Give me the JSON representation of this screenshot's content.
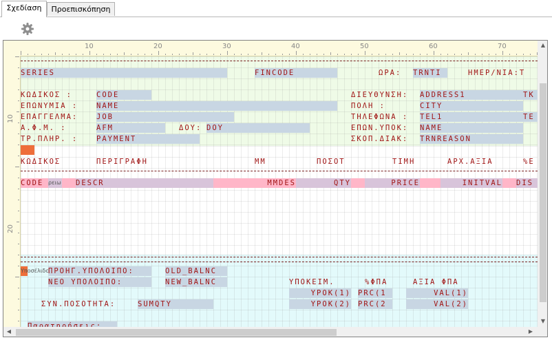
{
  "tabs": [
    {
      "label": "Σχεδίαση",
      "active": true
    },
    {
      "label": "Προεπισκόπηση",
      "active": false
    }
  ],
  "toolbar": {
    "settings_icon": "gear-icon"
  },
  "ruler": {
    "top_numbers": [
      "10",
      "20",
      "30",
      "40",
      "50",
      "60",
      "70"
    ],
    "left_numbers": [
      "10",
      "20"
    ]
  },
  "colors": {
    "header_band": "#effbe7",
    "detail_band": "#ffffff",
    "footer_band": "#e3fafb",
    "field_text": "#a01414",
    "field_blue": "#c8d6e3",
    "field_pink": "#ffb6c8",
    "field_purple": "#d8c4da",
    "marker_orange": "#ee6e3a"
  },
  "header": {
    "series": "SERIES",
    "fincode": "FINCODE",
    "ora_label": "ΩΡΑ:",
    "trnti": "TRNTI",
    "imer_label": "ΗΜΕΡ/ΝΙΑ:T",
    "kodikos_label": "ΚΩΔΙΚΟΣ  :",
    "code": "CODE",
    "eponymia_label": "ΕΠΩΝΥΜΙΑ :",
    "name": "NAME",
    "epaggelma_label": "ΕΠΑΓΓΕΛΜΑ:",
    "job": "JOB",
    "afm_label": "Α.Φ.Μ.   :",
    "afm": "AFM",
    "doy_label": "ΔΟΥ:",
    "doy": "DOY",
    "tr_plir_label": "ΤΡ.ΠΛΗΡ. :",
    "payment": "PAYMENT",
    "dieythinsi_label": "ΔΙΕΥΘΥΝΣΗ:",
    "address1": "ADDRESS1",
    "tk": "TK",
    "poli_label": "ΠΟΛΗ     :",
    "city": "CITY",
    "tilefona_label": "ΤΗΛΕΦΩΝΑ :",
    "tel1": "TEL1",
    "te": "TE",
    "epon_ypok_label": "ΕΠΩΝ.ΥΠΟΚ:",
    "ypok_name": "NAME",
    "skop_diak_label": "ΣΚΟΠ.ΔΙΑΚ:",
    "trnreason": "TRNREASON"
  },
  "columns": {
    "kodikos": "ΚΩΔΙΚΟΣ",
    "perigrafi": "ΠΕΡΙΓΡΑΦΗ",
    "mm": "ΜΜ",
    "posot": "ΠΟΣΟΤ",
    "timi": "ΤΙΜΗ",
    "arx_axia": "ΑΡΧ.ΑΞΙΑ",
    "percent_e": "%Ε"
  },
  "detail": {
    "code": "CODE",
    "code_badge": "ρειω",
    "descr": "DESCR",
    "mmdes": "MMDES",
    "qty": "QTY",
    "price": "PRICE",
    "inital": "INITVAL",
    "dis": "DIS"
  },
  "footer": {
    "marker_label": "Υποσέλιδο",
    "prog_ypoloipo_label": "ΠΡΟΗΓ.ΥΠΟΛΟΙΠΟ:",
    "old_balnc": "OLD_BALNC",
    "neo_ypoloipo_label": "ΝΕΟ  ΥΠΟΛΟΙΠΟ:",
    "new_balnc": "NEW_BALNC",
    "ypokeim_label": "ΥΠΟΚΕΙΜ.",
    "fpa_percent_label": "%ΦΠΑ",
    "axia_fpa_label": "ΑΞΙΑ ΦΠΑ",
    "ypok1": "YPOK(1)",
    "prc1": "PRC(1",
    "val1": "VAL(1)",
    "ypok2": "YPOK(2)",
    "prc2": "PRC(2",
    "val2": "VAL(2)",
    "syn_posotita_label": "ΣΥΝ.ΠΟΣΟΤΗΤΑ:",
    "sumqty": "SUMQTY",
    "cut_text": "Παρατηρήσεις:"
  }
}
